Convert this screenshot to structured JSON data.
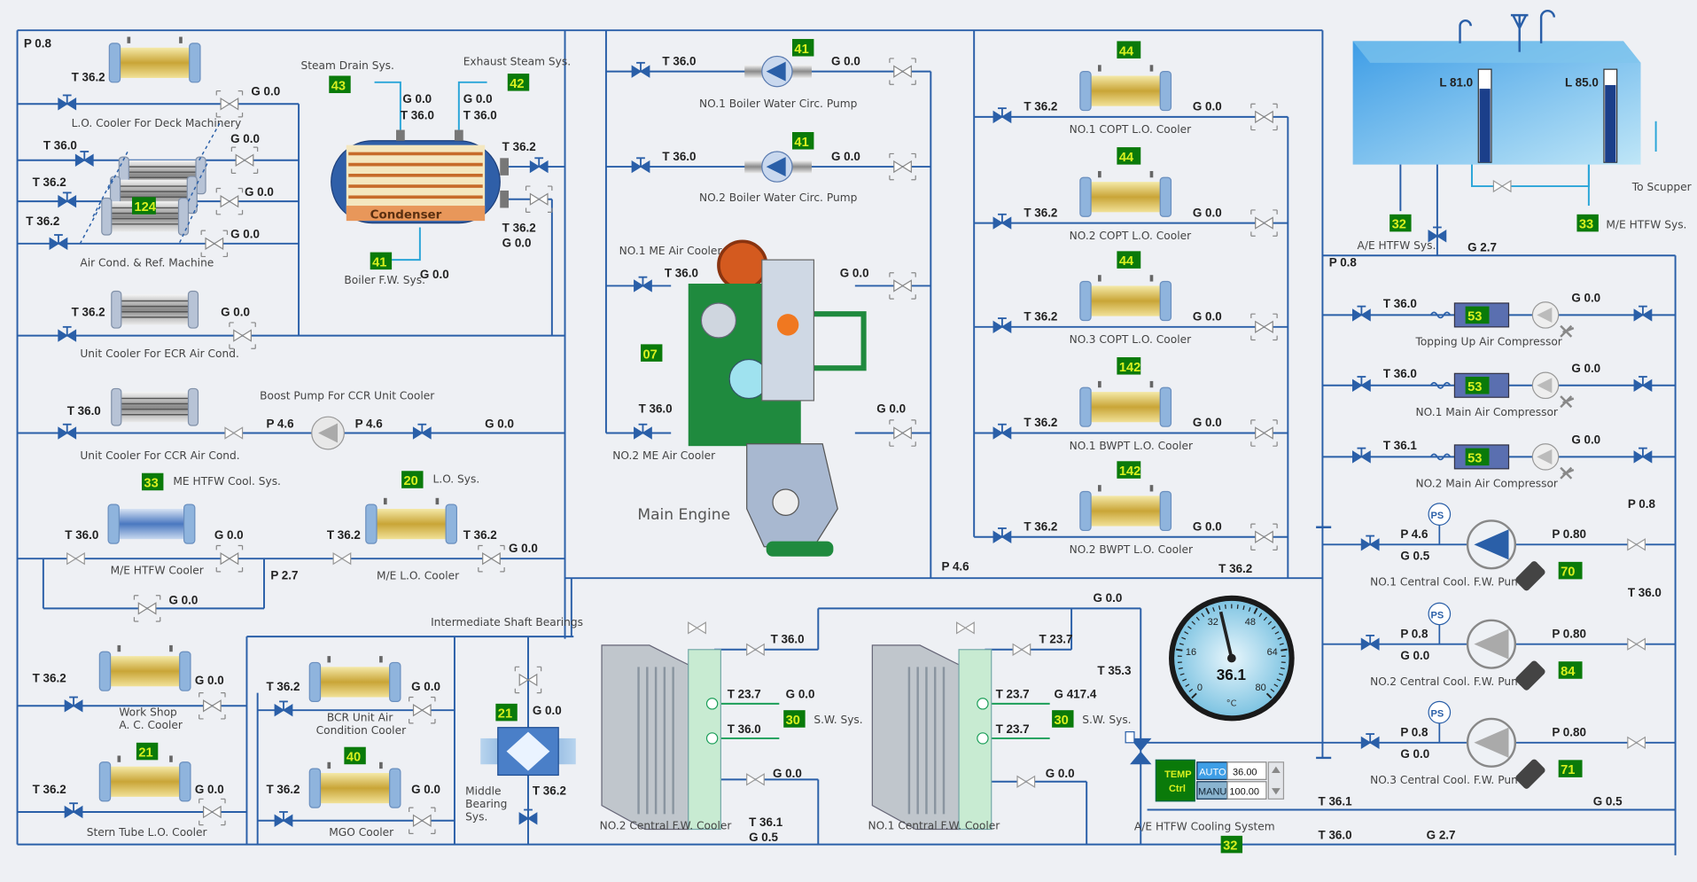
{
  "header": {
    "p_main": "P 0.8"
  },
  "left": {
    "lo_deck": {
      "t": "T 36.2",
      "g": "G 0.0",
      "label": "L.O. Cooler For Deck Machinery"
    },
    "aircond": {
      "t1": "T 36.0",
      "t2": "T 36.2",
      "t3": "T 36.2",
      "g1": "G 0.0",
      "g2": "G 0.0",
      "g3": "G 0.0",
      "tag": "124",
      "label": "Air Cond. & Ref. Machine"
    },
    "ecr": {
      "t": "T 36.2",
      "g": "G 0.0",
      "label": "Unit Cooler For ECR Air Cond."
    },
    "ccr": {
      "t": "T 36.0",
      "p1": "P 4.6",
      "p2": "P 4.6",
      "g": "G 0.0",
      "label": "Unit Cooler For CCR Air Cond.",
      "pump_label": "Boost Pump For CCR Unit Cooler"
    },
    "htfw": {
      "tag": "33",
      "label_sys": "ME HTFW Cool. Sys.",
      "t": "T 36.0",
      "g": "G 0.0",
      "label": "M/E HTFW Cooler",
      "g_bypass": "G 0.0",
      "p": "P 2.7"
    },
    "melo": {
      "tag": "20",
      "label_sys": "L.O. Sys.",
      "t1": "T 36.2",
      "t2": "T 36.2",
      "g": "G 0.0",
      "label": "M/E L.O. Cooler"
    },
    "workshop": {
      "t": "T 36.2",
      "g": "G 0.0",
      "label1": "Work Shop",
      "label2": "A. C. Cooler"
    },
    "sterntube": {
      "tag": "21",
      "t": "T 36.2",
      "g": "G 0.0",
      "label": "Stern Tube L.O. Cooler"
    },
    "bcr": {
      "t": "T 36.2",
      "g": "G 0.0",
      "label1": "BCR Unit Air",
      "label2": "Condition Cooler"
    },
    "mgo": {
      "tag": "40",
      "t": "T 36.2",
      "g": "G 0.0",
      "label": "MGO Cooler"
    },
    "shaft": {
      "label": "Intermediate Shaft Bearings",
      "tag": "21",
      "g": "G 0.0",
      "t": "T 36.2",
      "label1": "Middle",
      "label2": "Bearing",
      "label3": "Sys."
    }
  },
  "condenser": {
    "label": "Condenser",
    "steam_drain": {
      "label": "Steam Drain Sys.",
      "tag": "43",
      "g": "G 0.0",
      "t": "T 36.0"
    },
    "exhaust": {
      "label": "Exhaust Steam Sys.",
      "tag": "42",
      "g": "G 0.0",
      "t": "T 36.0"
    },
    "t_out": "T 36.2",
    "t_in": "T 36.2",
    "g_in": "G 0.0",
    "boiler_fw": {
      "tag": "41",
      "label": "Boiler F.W. Sys.",
      "g": "G 0.0"
    }
  },
  "boiler_pumps": [
    {
      "tag": "41",
      "t": "T 36.0",
      "g": "G 0.0",
      "label": "NO.1 Boiler Water Circ. Pump"
    },
    {
      "tag": "41",
      "t": "T 36.0",
      "g": "G 0.0",
      "label": "NO.2 Boiler Water Circ. Pump"
    }
  ],
  "engine": {
    "label": "Main Engine",
    "tag": "07",
    "no1": {
      "label": "NO.1 ME Air Cooler",
      "t": "T 36.0",
      "g": "G 0.0"
    },
    "no2": {
      "label": "NO.2 ME Air Cooler",
      "t": "T 36.0",
      "g": "G 0.0"
    },
    "p": "P 4.6"
  },
  "copt": [
    {
      "tag": "44",
      "t": "T 36.2",
      "g": "G 0.0",
      "label": "NO.1 COPT L.O. Cooler"
    },
    {
      "tag": "44",
      "t": "T 36.2",
      "g": "G 0.0",
      "label": "NO.2 COPT L.O. Cooler"
    },
    {
      "tag": "44",
      "t": "T 36.2",
      "g": "G 0.0",
      "label": "NO.3 COPT L.O. Cooler"
    },
    {
      "tag": "142",
      "t": "T 36.2",
      "g": "G 0.0",
      "label": "NO.1 BWPT L.O. Cooler"
    },
    {
      "tag": "142",
      "t": "T 36.2",
      "g": "G 0.0",
      "label": "NO.2 BWPT L.O. Cooler"
    }
  ],
  "copt_return": "T 36.2",
  "tank": {
    "l1": "L 81.0",
    "l2": "L 85.0",
    "level1": 0.81,
    "level2": 0.85,
    "to_scupper": "To Scupper",
    "ae_tag": "32",
    "ae_label": "A/E HTFW Sys.",
    "me_tag": "33",
    "me_label": "M/E HTFW Sys.",
    "g": "G 2.7",
    "p": "P 0.8"
  },
  "compressors": [
    {
      "tag": "53",
      "t": "T 36.0",
      "g": "G 0.0",
      "label": "Topping Up Air Compressor"
    },
    {
      "tag": "53",
      "t": "T 36.0",
      "g": "G 0.0",
      "label": "NO.1 Main Air Compressor"
    },
    {
      "tag": "53",
      "t": "T 36.1",
      "g": "G 0.0",
      "label": "NO.2 Main Air Compressor"
    }
  ],
  "cfw_pumps": [
    {
      "ps": "PS",
      "p_in": "P 4.6",
      "g": "G 0.5",
      "p_out": "P 0.80",
      "tag": "70",
      "label": "NO.1 Central Cool. F.W. Pump"
    },
    {
      "ps": "PS",
      "p_in": "P 0.8",
      "g": "G 0.0",
      "p_out": "P 0.80",
      "tag": "84",
      "label": "NO.2 Central Cool. F.W. Pump"
    },
    {
      "ps": "PS",
      "p_in": "P 0.8",
      "g": "G 0.0",
      "p_out": "P 0.80",
      "tag": "71",
      "label": "NO.3 Central Cool. F.W. Pump"
    }
  ],
  "right_misc": {
    "p_right": "P 0.8",
    "t_right": "T 36.0"
  },
  "gauge": {
    "value": "36.1",
    "unit": "°C",
    "ticks": [
      "0",
      "16",
      "32",
      "48",
      "64",
      "80"
    ],
    "reading": 36.1,
    "max": 80
  },
  "cfw_coolers": {
    "no2": {
      "label": "NO.2 Central F.W. Cooler",
      "t_top": "T 36.0",
      "t_a": "T 23.7",
      "g_a": "G 0.0",
      "tag": "30",
      "sw": "S.W. Sys.",
      "t_b": "T 36.0",
      "g_bot": "G 0.0",
      "t_bot": "T 36.1",
      "g_bot2": "G 0.5"
    },
    "no1": {
      "label": "NO.1 Central F.W. Cooler",
      "t_top": "T 23.7",
      "t_a": "T 23.7",
      "g_a": "G 417.4",
      "tag": "30",
      "sw": "S.W. Sys.",
      "t_b": "T 23.7",
      "g_bot": "G 0.0"
    },
    "g_top": "G 0.0",
    "t_mix": "T 35.3"
  },
  "temp_ctrl": {
    "title1": "TEMP",
    "title2": "Ctrl",
    "auto": "AUTO",
    "manu": "MANU",
    "set": "36.00",
    "out": "100.00"
  },
  "bottom": {
    "label": "A/E HTFW Cooling System",
    "tag": "32",
    "t1": "T 36.1",
    "g1": "G 0.5",
    "t2": "T 36.0",
    "g2": "G 2.7"
  },
  "colors": {
    "pipe": "#2a5fa8",
    "tag_bg": "#0a7a0a",
    "tag_fg": "#d8f020",
    "cyan": "#2aa5d8",
    "green_line": "#1b9e58"
  }
}
